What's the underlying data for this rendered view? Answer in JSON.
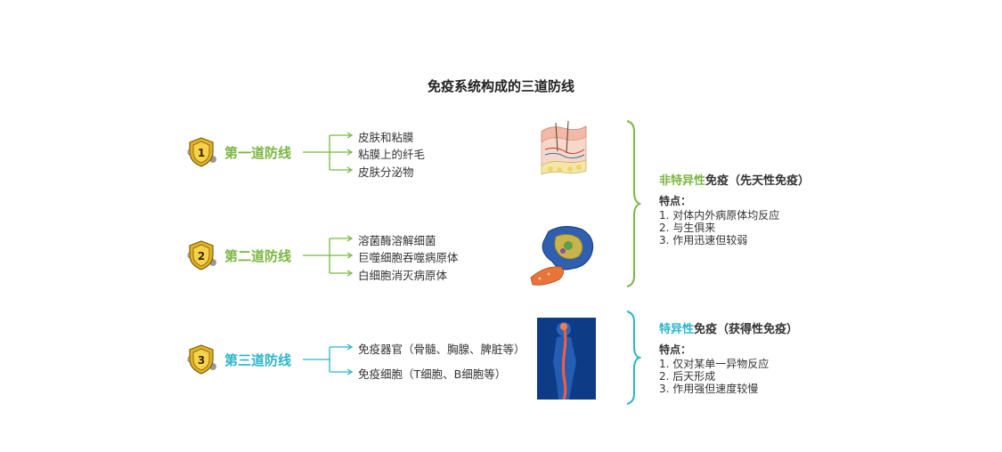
{
  "title": "免疫系统构成的三道防线",
  "colors": {
    "green": "#7ab640",
    "cyan": "#2bb5c8",
    "badge_gold": "#e3b422"
  },
  "lines": [
    {
      "number": "1",
      "label": "第一道防线",
      "items": [
        "皮肤和粘膜",
        "粘膜上的纤毛",
        "皮肤分泌物"
      ]
    },
    {
      "number": "2",
      "label": "第二道防线",
      "items": [
        "溶菌酶溶解细菌",
        "巨噬细胞吞噬病原体",
        "白细胞消灭病原体"
      ]
    },
    {
      "number": "3",
      "label": "第三道防线",
      "items": [
        "免疫器官（骨髓、胸腺、脾脏等）",
        "免疫细胞（T细胞、B细胞等）"
      ]
    }
  ],
  "immunity": [
    {
      "highlight": "非特异性",
      "rest": "免疫（先天性免疫）",
      "feature_title": "特点：",
      "features": [
        "1. 对体内外病原体均反应",
        "2. 与生俱来",
        "3. 作用迅速但较弱"
      ]
    },
    {
      "highlight": "特异性",
      "rest": "免疫（获得性免疫）",
      "feature_title": "特点：",
      "features": [
        "1. 仅对某单一异物反应",
        "2. 后天形成",
        "3. 作用强但速度较慢"
      ]
    }
  ],
  "icons": [
    "shield-badge-icon",
    "skin-layers-image",
    "macrophage-image",
    "human-spine-image"
  ]
}
